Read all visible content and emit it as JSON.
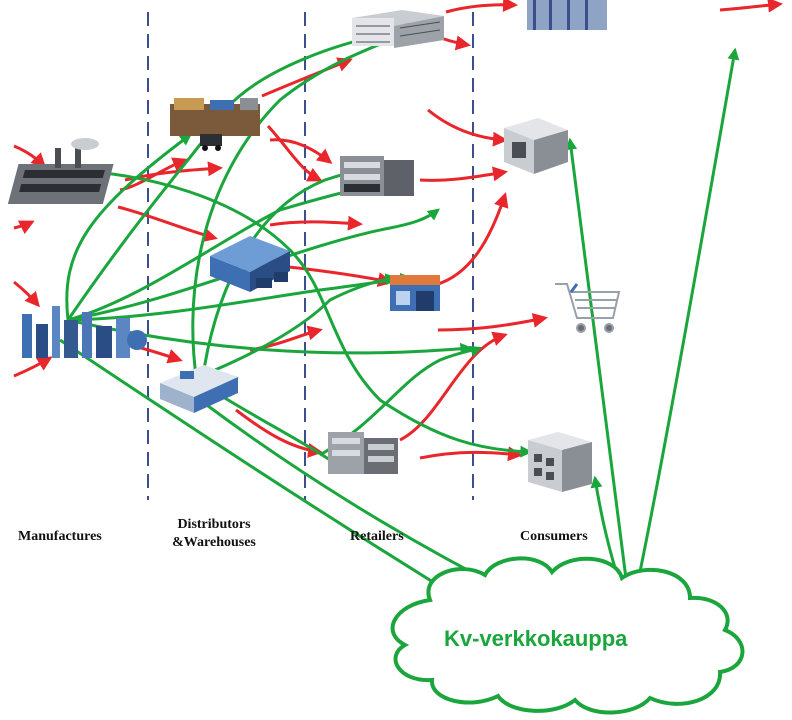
{
  "columns": {
    "manufactures": "Manufactures",
    "distributors_line1": "Distributors",
    "distributors_line2": "&Warehouses",
    "retailers": "Retailers",
    "consumers": "Consumers"
  },
  "cloud": {
    "label": "Kv-verkkokauppa"
  },
  "colors": {
    "red_arrow": "#e8262b",
    "green_arrow": "#1aa63c",
    "divider": "#3a4f8c",
    "icon_gray": "#8a8f96",
    "icon_blue": "#3f6fb3"
  },
  "icons": {
    "manufacturer_1": "factory-icon",
    "manufacturer_2": "industrial-plant-icon",
    "distributor_1": "truck-warehouse-icon",
    "distributor_2": "warehouse-trucks-icon",
    "distributor_3": "distribution-center-icon",
    "retailer_1": "office-building-icon",
    "retailer_2": "store-building-icon",
    "retailer_3": "shop-icon",
    "retailer_4": "retail-building-icon",
    "consumer_1": "storefront-icon",
    "consumer_2": "house-icon",
    "consumer_3": "shopping-cart-icon",
    "consumer_4": "apartment-icon"
  }
}
